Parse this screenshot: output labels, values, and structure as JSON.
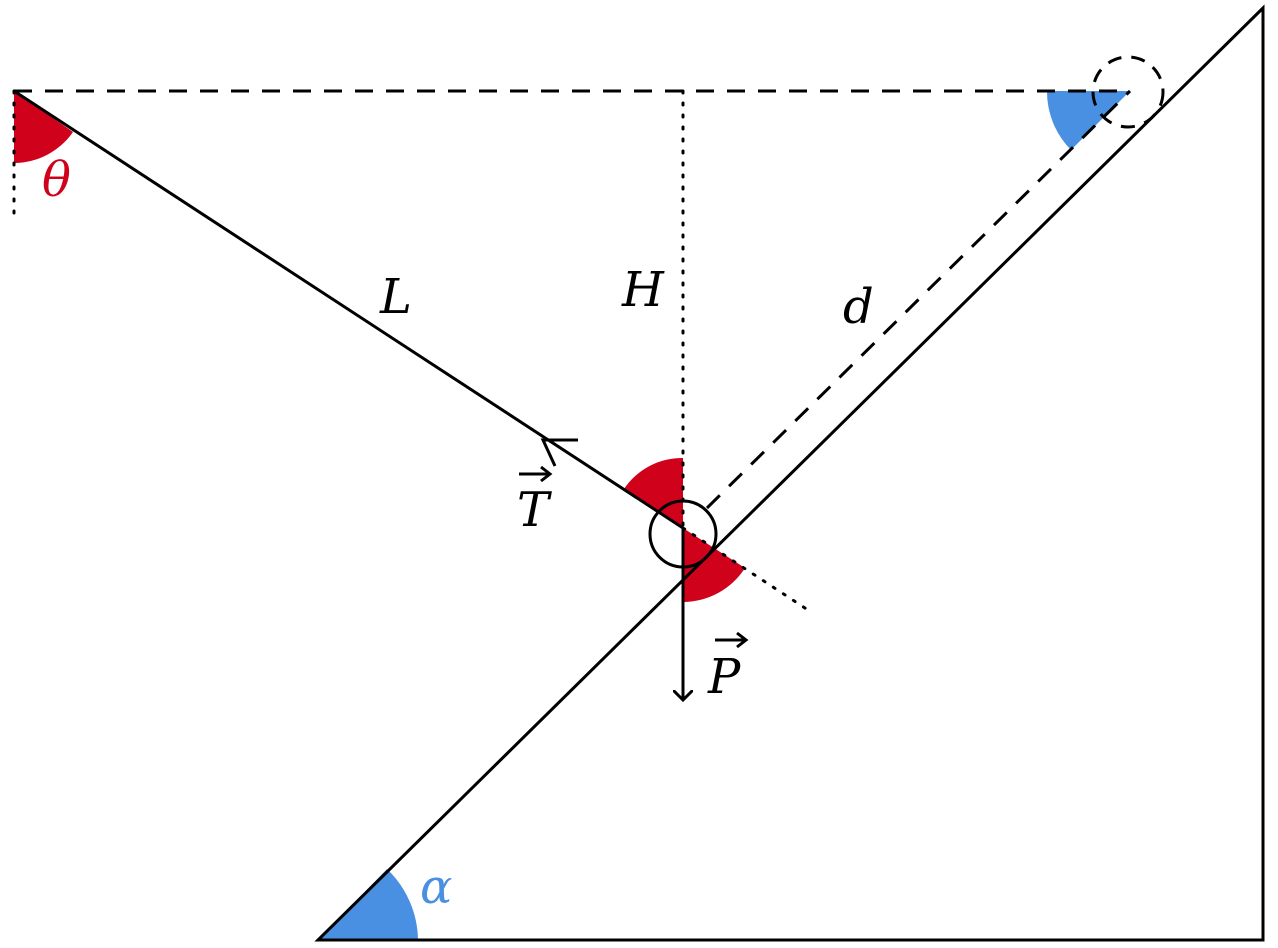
{
  "colors": {
    "red": "#d0021b",
    "blue": "#4a90e2",
    "ink": "#000000"
  },
  "labels": {
    "theta": "θ",
    "L": "L",
    "H": "H",
    "d": "d",
    "T": "T",
    "P": "P",
    "alpha": "α"
  }
}
